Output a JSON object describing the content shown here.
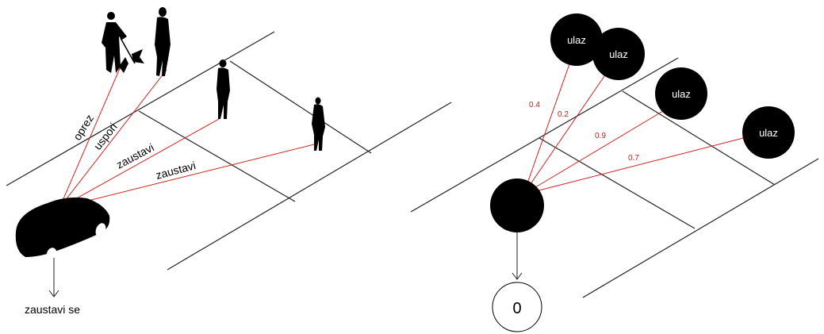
{
  "left_scene": {
    "ray_labels": [
      "oprez",
      "uspori",
      "zaustavi",
      "zaustavi"
    ],
    "output_label": "zaustavi se",
    "figures": [
      "person-with-flag",
      "person",
      "person",
      "person"
    ],
    "object": "car"
  },
  "right_scene": {
    "input_nodes": [
      {
        "label": "ulaz",
        "weight": "0.4"
      },
      {
        "label": "ulaz",
        "weight": "0.2"
      },
      {
        "label": "ulaz",
        "weight": "0.9"
      },
      {
        "label": "ulaz",
        "weight": "0.7"
      }
    ],
    "output_value": "0"
  },
  "colors": {
    "ray": "#d42020",
    "weight": "#c42020",
    "node": "#000000",
    "line": "#222222"
  }
}
